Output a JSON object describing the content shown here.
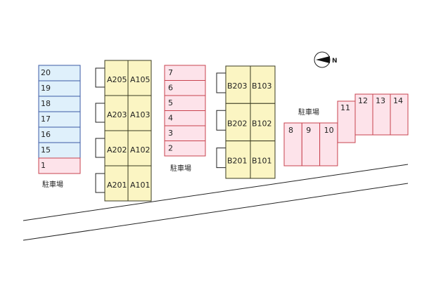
{
  "colors": {
    "blue_fill": "#dff0fb",
    "blue_stroke": "#3b5aa6",
    "pink_fill": "#fde3ea",
    "pink_stroke": "#c8434f",
    "yellow_fill": "#fbf5c3",
    "yellow_stroke": "#3a3a20",
    "line": "#222222"
  },
  "compass": {
    "label": "N",
    "icon": "north-arrow-icon"
  },
  "parking_labels": {
    "left": "駐車場",
    "middle": "駐車場",
    "right": "駐車場"
  },
  "parking_left": [
    "20",
    "19",
    "18",
    "17",
    "16",
    "15",
    "1"
  ],
  "parking_middle": [
    "7",
    "6",
    "5",
    "4",
    "3",
    "2"
  ],
  "parking_right_low": [
    "8",
    "9",
    "10"
  ],
  "parking_right_step": [
    "11"
  ],
  "parking_right_high": [
    "12",
    "13",
    "14"
  ],
  "building_a": [
    [
      "A205",
      "A105"
    ],
    [
      "A203",
      "A103"
    ],
    [
      "A202",
      "A102"
    ],
    [
      "A201",
      "A101"
    ]
  ],
  "building_b": [
    [
      "B203",
      "B103"
    ],
    [
      "B202",
      "B102"
    ],
    [
      "B201",
      "B101"
    ]
  ]
}
